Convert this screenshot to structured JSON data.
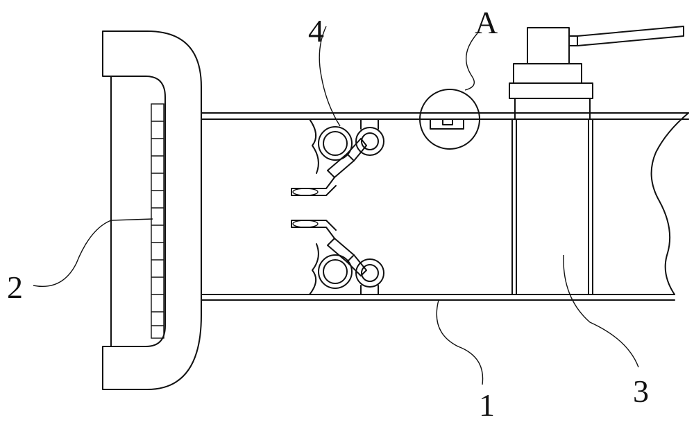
{
  "labels": {
    "housing": "1",
    "handle": "2",
    "sensor": "3",
    "clamp": "4",
    "detail": "A"
  },
  "colors": {
    "stroke": "#111111",
    "background": "#ffffff"
  }
}
